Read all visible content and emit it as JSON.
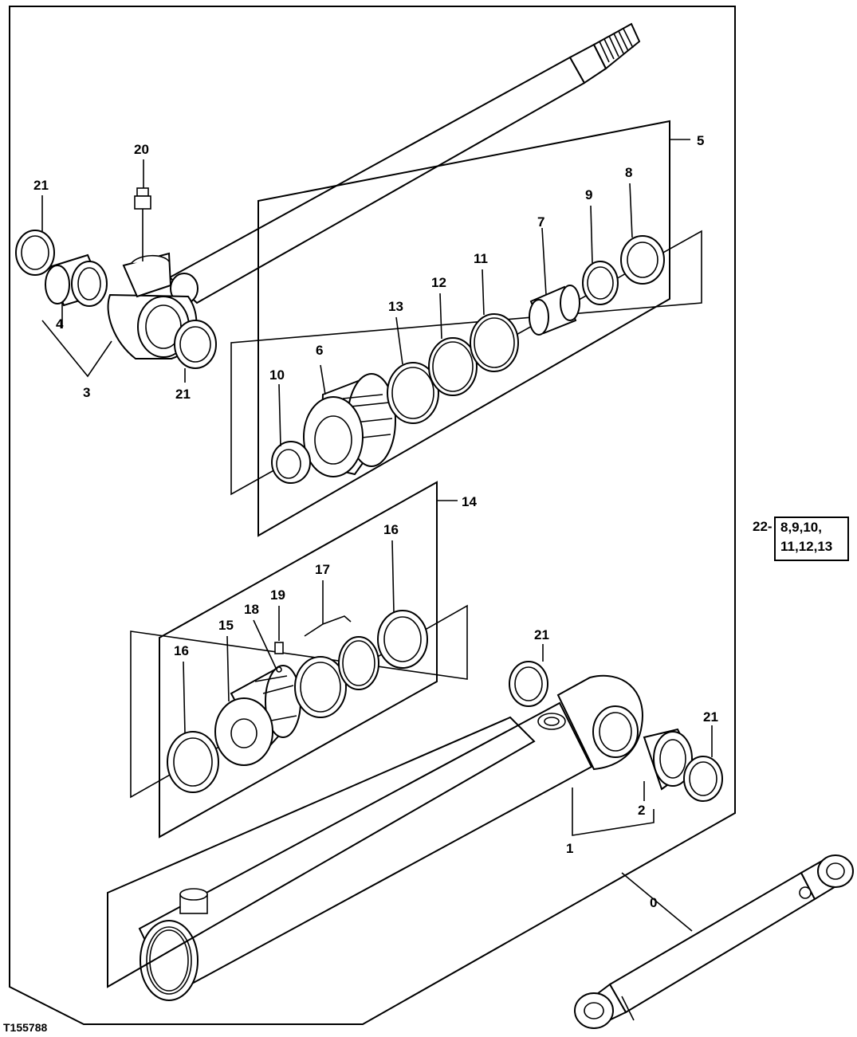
{
  "figure_id": "T155788",
  "callouts": {
    "c0": "0",
    "c1": "1",
    "c2": "2",
    "c3": "3",
    "c4": "4",
    "c5": "5",
    "c6": "6",
    "c7": "7",
    "c8": "8",
    "c9": "9",
    "c10": "10",
    "c11": "11",
    "c12": "12",
    "c13": "13",
    "c14": "14",
    "c15": "15",
    "c16a": "16",
    "c16b": "16",
    "c17": "17",
    "c18": "18",
    "c19": "19",
    "c20": "20",
    "c21a": "21",
    "c21b": "21",
    "c21c": "21",
    "c21d": "21"
  },
  "seal_kit": {
    "key": "22",
    "line1": "8,9,10,",
    "line2": "11,12,13"
  }
}
